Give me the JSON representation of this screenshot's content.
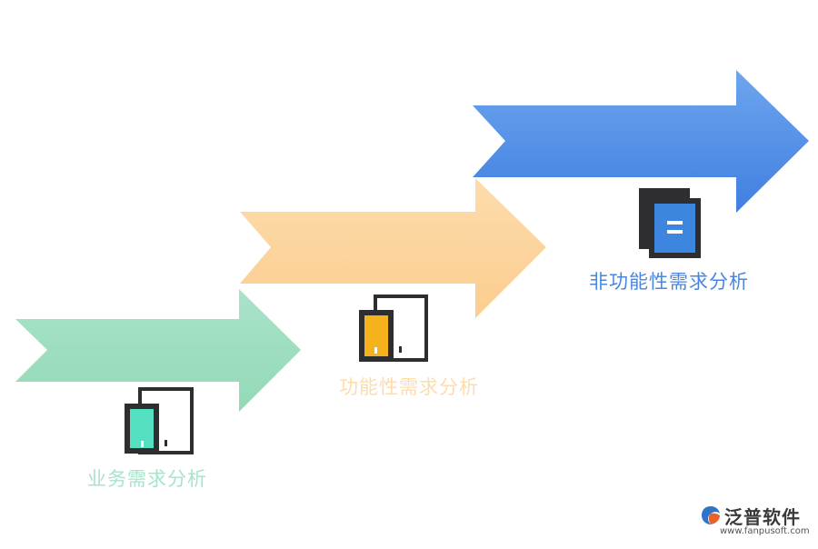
{
  "steps": [
    {
      "label": "业务需求分析",
      "arrow_color_top": "#a9e3c9",
      "arrow_color_bottom": "#92d9b7",
      "label_color": "#a9e3c9",
      "icon_accent": "#55e0c1",
      "icon": "document-pair-icon"
    },
    {
      "label": "功能性需求分析",
      "arrow_color_top": "#fddcad",
      "arrow_color_bottom": "#fccd8e",
      "label_color": "#fddcad",
      "icon_accent": "#f5b21b",
      "icon": "document-pair-icon"
    },
    {
      "label": "非功能性需求分析",
      "arrow_color_top": "#6ea5ee",
      "arrow_color_bottom": "#3f7fe0",
      "label_color": "#4a86e0",
      "icon_accent": "#3d86e0",
      "icon": "document-stack-icon"
    }
  ],
  "logo": {
    "name": "泛普软件",
    "url": "www.fanpusoft.com",
    "icon": "fanpu-logo-icon"
  }
}
